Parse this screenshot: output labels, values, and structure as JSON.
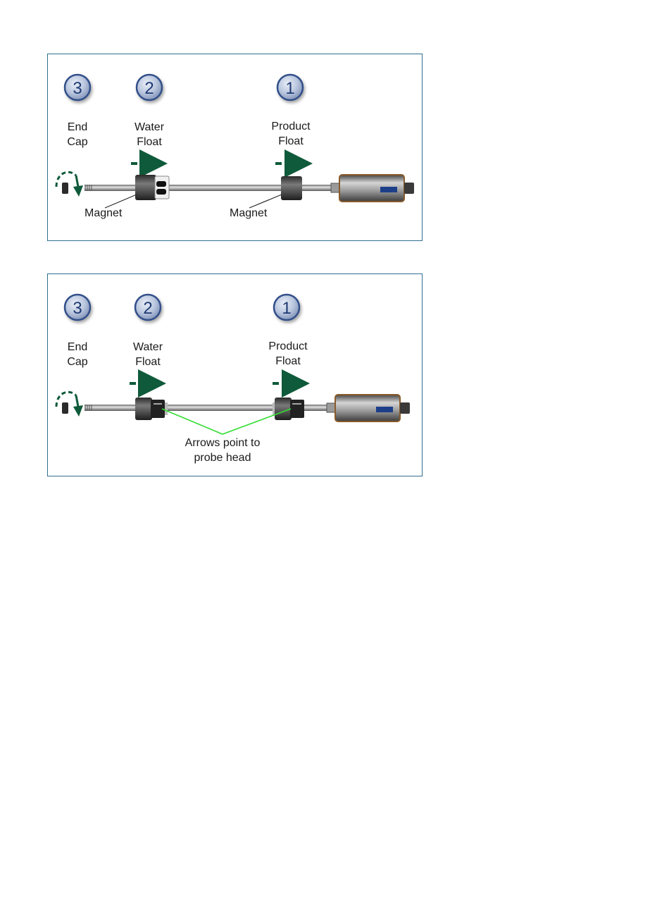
{
  "panels": [
    {
      "step_numbers": [
        "3",
        "2",
        "1"
      ],
      "labels": {
        "end_cap": [
          "End",
          "Cap"
        ],
        "water_float": [
          "Water",
          "Float"
        ],
        "product_float": [
          "Product",
          "Float"
        ]
      },
      "callouts": [
        "Magnet",
        "Magnet"
      ]
    },
    {
      "step_numbers": [
        "3",
        "2",
        "1"
      ],
      "labels": {
        "end_cap": [
          "End",
          "Cap"
        ],
        "water_float": [
          "Water",
          "Float"
        ],
        "product_float": [
          "Product",
          "Float"
        ]
      },
      "callouts": [
        "Arrows point to",
        "probe head"
      ]
    }
  ],
  "colors": {
    "panel_border": "#2f6f8f",
    "step_circle": "#3a5a93",
    "direction_arrow": "#0f5a3a",
    "callout_line_panel2": "#33dd33"
  }
}
